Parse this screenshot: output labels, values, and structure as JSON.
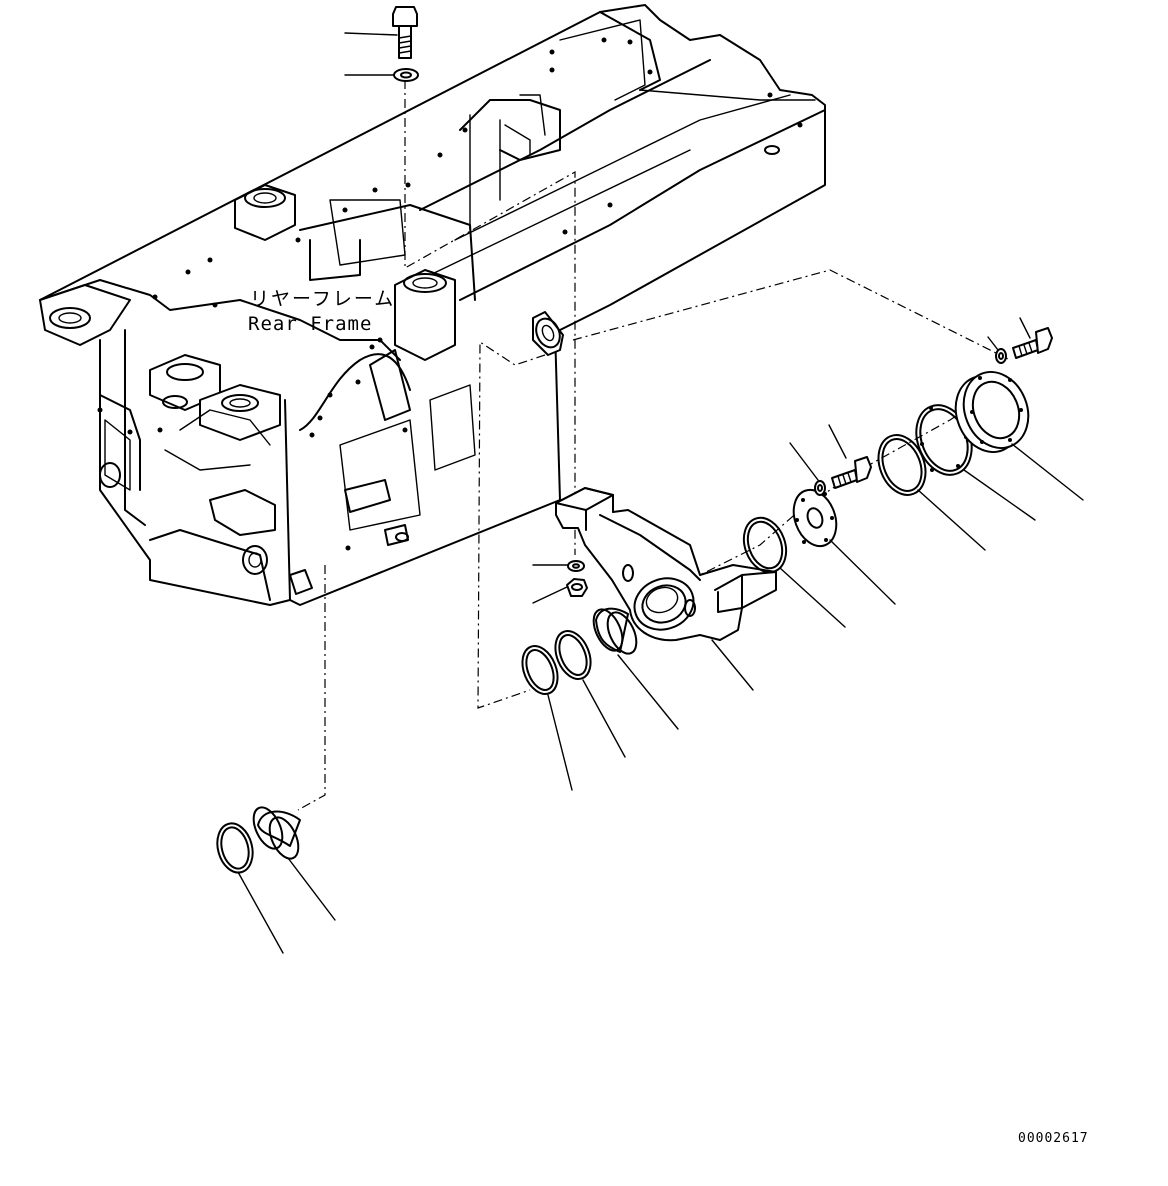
{
  "callout": {
    "rear_frame_jp": "リヤーフレーム",
    "rear_frame_en": "Rear Frame"
  },
  "drawing_number": "00002617",
  "parts": [
    {
      "icon": "bolt-icon"
    },
    {
      "icon": "washer-icon"
    },
    {
      "icon": "seal-ring-icon"
    },
    {
      "icon": "bushing-icon"
    },
    {
      "icon": "rear-frame-icon"
    },
    {
      "icon": "washer-icon"
    },
    {
      "icon": "nut-icon"
    },
    {
      "icon": "seal-ring-icon"
    },
    {
      "icon": "seal-ring-icon"
    },
    {
      "icon": "bushing-icon"
    },
    {
      "icon": "swing-arm-icon"
    },
    {
      "icon": "seal-ring-icon"
    },
    {
      "icon": "plate-icon"
    },
    {
      "icon": "washer-icon"
    },
    {
      "icon": "bolt-icon"
    },
    {
      "icon": "seal-ring-icon"
    },
    {
      "icon": "shim-icon"
    },
    {
      "icon": "cover-icon"
    },
    {
      "icon": "washer-icon"
    },
    {
      "icon": "bolt-icon"
    }
  ]
}
